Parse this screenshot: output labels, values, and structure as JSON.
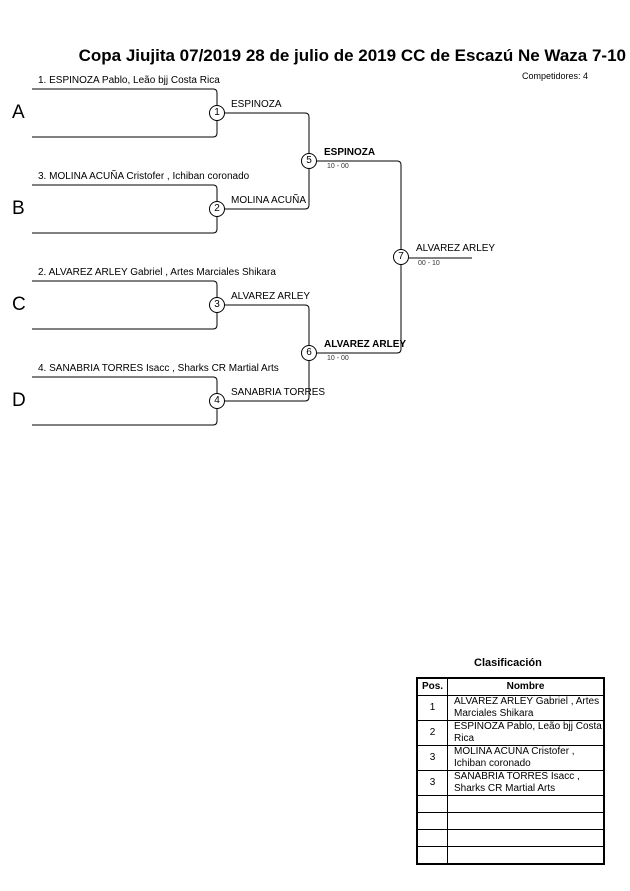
{
  "title": "Copa Jiujita 07/2019  28 de julio de 2019  CC de Escazú   Ne Waza 7-10",
  "competitors_label": "Competidores: 4",
  "groups": [
    {
      "letter": "A",
      "entry": "1. ESPINOZA Pablo, Leão bjj Costa Rica",
      "match": "1",
      "winner": "ESPINOZA"
    },
    {
      "letter": "B",
      "entry": "3. MOLINA ACUÑA Cristofer , Ichiban coronado",
      "match": "2",
      "winner": "MOLINA ACUÑA"
    },
    {
      "letter": "C",
      "entry": "2. ALVAREZ ARLEY Gabriel , Artes Marciales Shikara",
      "match": "3",
      "winner": "ALVAREZ ARLEY"
    },
    {
      "letter": "D",
      "entry": "4. SANABRIA TORRES  Isacc , Sharks CR Martial Arts",
      "match": "4",
      "winner": "SANABRIA TORRES"
    }
  ],
  "semis": [
    {
      "match": "5",
      "winner": "ESPINOZA",
      "score": "10 - 00"
    },
    {
      "match": "6",
      "winner": "ALVAREZ ARLEY",
      "score": "10 - 00"
    }
  ],
  "final": {
    "match": "7",
    "winner": "ALVAREZ ARLEY",
    "score": "00 - 10"
  },
  "classification": {
    "title": "Clasificación",
    "headers": [
      "Pos.",
      "Nombre"
    ],
    "rows": [
      {
        "pos": "1",
        "name": "ALVAREZ ARLEY Gabriel , Artes Marciales Shikara"
      },
      {
        "pos": "2",
        "name": "ESPINOZA Pablo, Leão bjj Costa Rica"
      },
      {
        "pos": "3",
        "name": "MOLINA ACUÑA Cristofer , Ichiban coronado"
      },
      {
        "pos": "3",
        "name": "SANABRIA TORRES  Isacc , Sharks CR Martial Arts"
      }
    ]
  }
}
